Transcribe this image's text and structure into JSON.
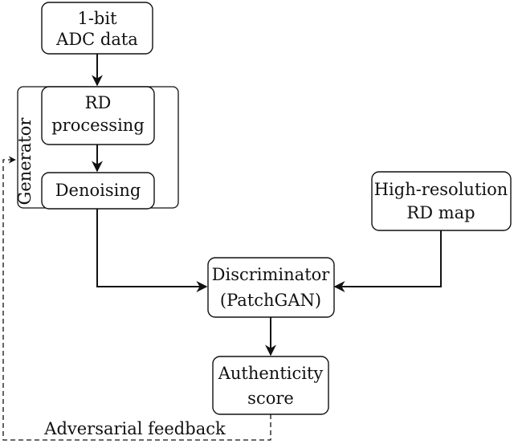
{
  "nodes": {
    "adc": {
      "line1": "1-bit",
      "line2": "ADC data"
    },
    "rd": {
      "line1": "RD",
      "line2": "processing"
    },
    "denoising": {
      "label": "Denoising"
    },
    "generator": {
      "label": "Generator"
    },
    "highres": {
      "line1": "High-resolution",
      "line2": "RD map"
    },
    "discriminator": {
      "line1": "Discriminator",
      "line2": "(PatchGAN)"
    },
    "authenticity": {
      "line1": "Authenticity",
      "line2": "score"
    }
  },
  "edges": {
    "feedback_label": "Adversarial feedback"
  }
}
